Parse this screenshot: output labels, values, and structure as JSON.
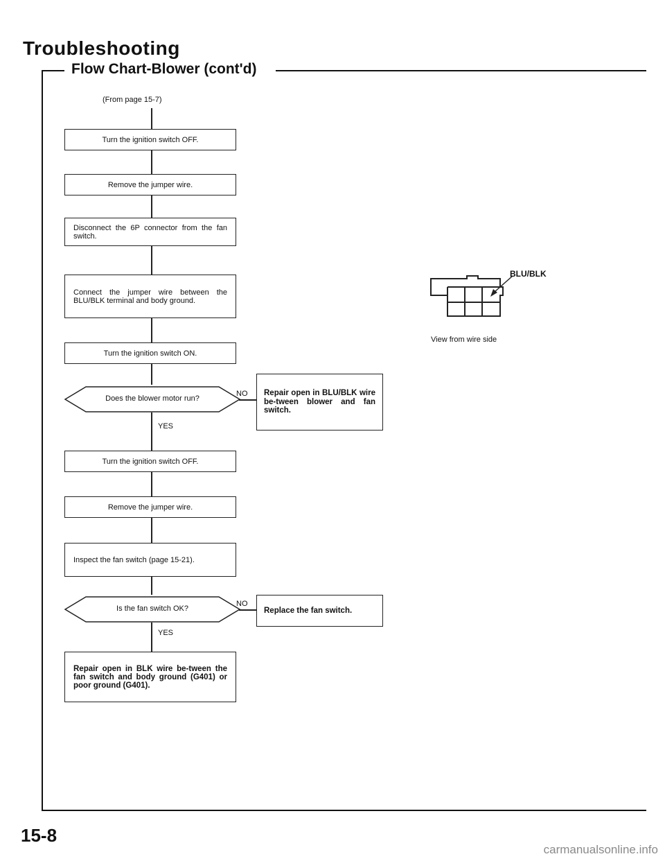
{
  "header": {
    "title": "Troubleshooting",
    "subtitle": "Flow Chart-Blower (cont'd)"
  },
  "from_page": "(From page 15-7)",
  "steps": [
    "Turn the ignition switch OFF.",
    "Remove the jumper wire.",
    "Disconnect the 6P connector from the fan switch.",
    "Connect the jumper wire between the BLU/BLK terminal and body ground.",
    "Turn the ignition switch ON.",
    "Turn the ignition switch OFF.",
    "Remove the jumper wire.",
    "Inspect the fan switch (page 15-21).",
    "Repair open in BLK wire be-tween the fan switch and body ground (G401) or poor ground (G401)."
  ],
  "decisions": [
    {
      "question": "Does the blower motor run?",
      "no_label": "NO",
      "yes_label": "YES",
      "no_action": "Repair open in BLU/BLK wire be-tween blower and fan switch."
    },
    {
      "question": "Is the fan switch OK?",
      "no_label": "NO",
      "yes_label": "YES",
      "no_action": "Replace the fan switch."
    }
  ],
  "connector": {
    "terminal_label": "BLU/BLK",
    "caption": "View from wire side"
  },
  "page_number": "15-8",
  "watermark": "carmanualsonline.info"
}
